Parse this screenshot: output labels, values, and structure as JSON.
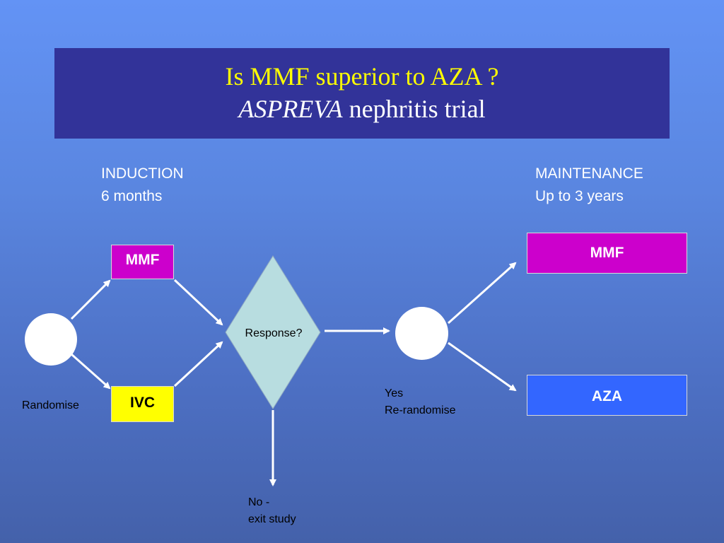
{
  "title": {
    "line1": "Is MMF superior to AZA ?",
    "line2_italic": "ASPREVA",
    "line2_rest": " nephritis trial"
  },
  "phases": {
    "induction": {
      "label": "INDUCTION",
      "duration": "6 months"
    },
    "maintenance": {
      "label": "MAINTENANCE",
      "duration": "Up to 3 years"
    }
  },
  "boxes": {
    "induction_mmf": "MMF",
    "induction_ivc": "IVC",
    "maintenance_mmf": "MMF",
    "maintenance_aza": "AZA"
  },
  "decision": {
    "label": "Response?"
  },
  "labels": {
    "randomise": "Randomise",
    "yes": "Yes",
    "rerandomise": "Re-randomise",
    "no": "No -",
    "exit": "exit study"
  },
  "colors": {
    "title_bg": "#323399",
    "title_text": "#ffff00",
    "mmf": "#cc00cc",
    "ivc": "#ffff00",
    "aza": "#3366ff",
    "decision_fill": "#b8dde0"
  }
}
